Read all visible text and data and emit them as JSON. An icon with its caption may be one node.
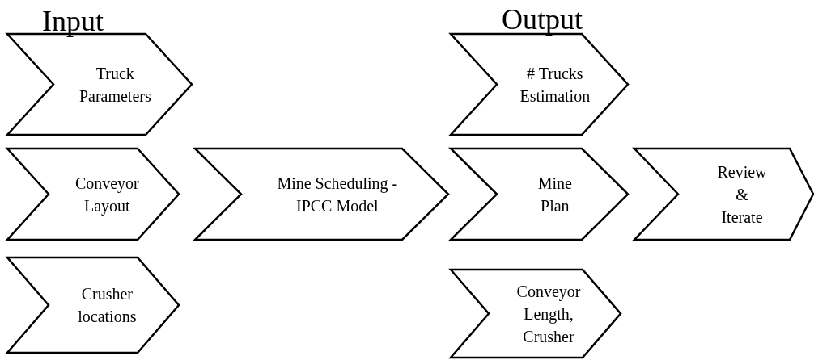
{
  "diagram": {
    "nodes": [
      {
        "text": [
          "Truck Parameters"
        ]
      },
      {
        "text": [
          "Conveyor Layout"
        ]
      },
      {
        "text": [
          "Crusher locations"
        ]
      },
      {
        "text": [
          "Mine Scheduling - IPCC Model"
        ]
      },
      {
        "text": [
          "# Trucks Estimation"
        ]
      },
      {
        "text": [
          "Mine Plan"
        ]
      },
      {
        "text": [
          "Conveyor Length, Crusher"
        ]
      },
      {
        "text": [
          "Review & Iterate"
        ]
      }
    ],
    "labels": [
      "Input",
      "Output"
    ]
  }
}
